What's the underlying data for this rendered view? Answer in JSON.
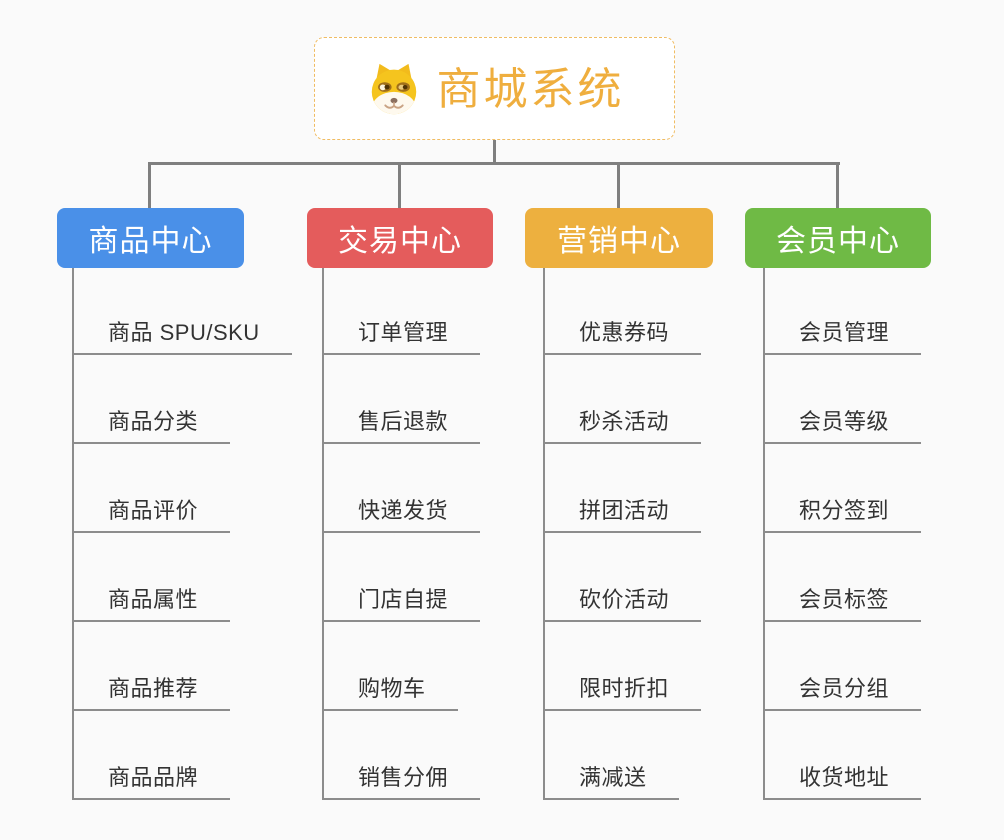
{
  "root": {
    "title": "商城系统",
    "icon": "shiba-dog-icon"
  },
  "branches": [
    {
      "label": "商品中心",
      "color": "#4a90e8",
      "items": [
        "商品 SPU/SKU",
        "商品分类",
        "商品评价",
        "商品属性",
        "商品推荐",
        "商品品牌"
      ]
    },
    {
      "label": "交易中心",
      "color": "#e45c5c",
      "items": [
        "订单管理",
        "售后退款",
        "快递发货",
        "门店自提",
        "购物车",
        "销售分佣"
      ]
    },
    {
      "label": "营销中心",
      "color": "#edb03f",
      "items": [
        "优惠券码",
        "秒杀活动",
        "拼团活动",
        "砍价活动",
        "限时折扣",
        "满减送"
      ]
    },
    {
      "label": "会员中心",
      "color": "#6fba45",
      "items": [
        "会员管理",
        "会员等级",
        "积分签到",
        "会员标签",
        "会员分组",
        "收货地址"
      ]
    }
  ],
  "colors": {
    "background": "#fafafa",
    "connector": "#7f7f7f",
    "stem": "#8c8c8c",
    "root_text": "#efae3e",
    "root_border": "#f0bc62",
    "item_text": "#333333"
  }
}
